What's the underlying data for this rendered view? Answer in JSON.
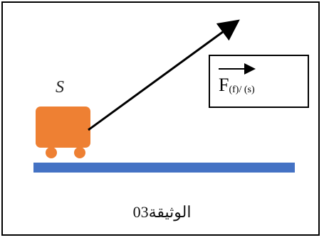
{
  "object_label": "S",
  "force_label": {
    "symbol": "F",
    "subscript": "(f)/ (s)"
  },
  "caption": "الوثيقة03",
  "colors": {
    "cart": "#ee8033",
    "ground": "#4472c4",
    "arrow": "#000000"
  }
}
